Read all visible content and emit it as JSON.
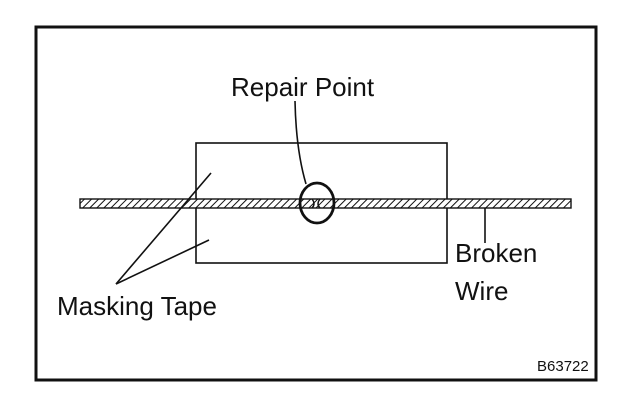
{
  "labels": {
    "repair_point": "Repair Point",
    "broken_wire_line1": "Broken",
    "broken_wire_line2": "Wire",
    "masking_tape": "Masking Tape"
  },
  "figure_code": "B63722",
  "colors": {
    "stroke": "#111111",
    "background": "#ffffff"
  }
}
